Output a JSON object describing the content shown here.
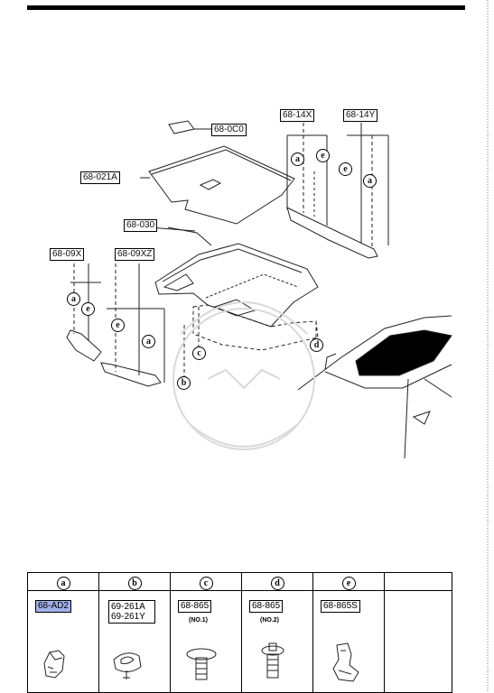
{
  "diagram": {
    "labels": {
      "hood_insulator_top": "68-0C0",
      "trunk_mat_board": "68-021A",
      "trunk_mat": "68-030",
      "side_trim_lh": "68-09X",
      "side_trim_rh": "68-09XZ",
      "rear_trim_l": "68-14X",
      "rear_trim_r": "68-14Y"
    },
    "callouts": {
      "a": "a",
      "b": "b",
      "c": "c",
      "d": "d",
      "e": "e"
    }
  },
  "parts_table": {
    "columns": [
      {
        "key": "a",
        "part_number": "68-AD2",
        "highlighted": true
      },
      {
        "key": "b",
        "part_lines": [
          "69-261A",
          "69-261Y"
        ]
      },
      {
        "key": "c",
        "part_number": "68-865",
        "note": "(NO.1)"
      },
      {
        "key": "d",
        "part_number": "68-865",
        "note": "(NO.2)"
      },
      {
        "key": "e",
        "part_number": "68-865S"
      },
      {
        "key": ""
      }
    ]
  },
  "colors": {
    "highlight": "#9fb1ea",
    "ink": "#111111"
  }
}
